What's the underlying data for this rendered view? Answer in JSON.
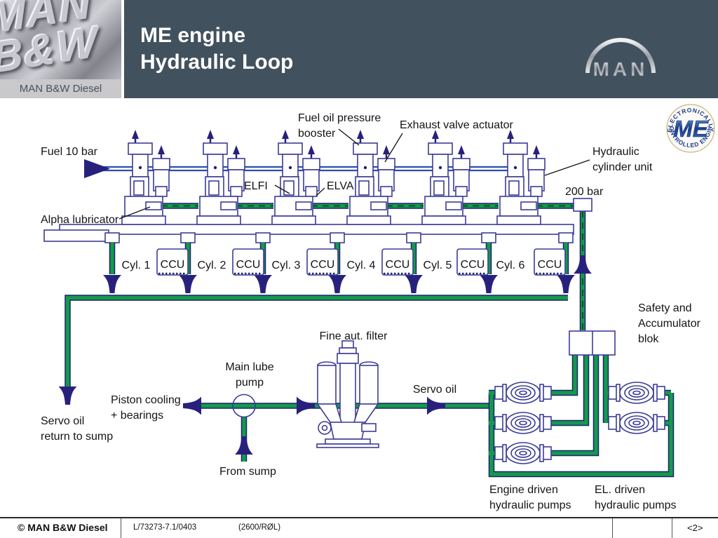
{
  "header": {
    "logo_line1": "MAN",
    "logo_line2": "B&W",
    "logo_caption": "MAN B&W Diesel",
    "title_line1": "ME engine",
    "title_line2": "Hydraulic Loop",
    "man_logo_text": "MAN"
  },
  "badge": {
    "top": "ELECTRONICALLY",
    "center": "ME",
    "bottom": "CONTROLLED ENGINE"
  },
  "diagram": {
    "fuel_line": "Fuel 10 bar",
    "booster_line1": "Fuel oil pressure",
    "booster_line2": "booster",
    "exhaust_valve": "Exhaust valve actuator",
    "hcu_line1": "Hydraulic",
    "hcu_line2": "cylinder unit",
    "pressure_200": "200 bar",
    "alpha_lubricator": "Alpha lubricator",
    "elfi": "ELFI",
    "elva": "ELVA",
    "cylinders": [
      "Cyl. 1",
      "Cyl. 2",
      "Cyl. 3",
      "Cyl. 4",
      "Cyl. 5",
      "Cyl. 6"
    ],
    "ccu": "CCU",
    "safety_line1": "Safety and",
    "safety_line2": "Accumulator",
    "safety_line3": "blok",
    "fine_filter": "Fine aut. filter",
    "main_lube_line1": "Main lube",
    "main_lube_line2": "pump",
    "servo_oil": "Servo oil",
    "piston_line1": "Piston cooling",
    "piston_line2": "+ bearings",
    "servo_return_line1": "Servo oil",
    "servo_return_line2": "return to sump",
    "from_sump": "From sump",
    "engine_driven_line1": "Engine driven",
    "engine_driven_line2": "hydraulic pumps",
    "el_driven_line1": "EL. driven",
    "el_driven_line2": "hydraulic pumps"
  },
  "footer": {
    "copyright": "© MAN B&W Diesel",
    "doc_id": "L/73273-7.1/0403",
    "ref": "(2600/RØL)",
    "page": "<2>"
  },
  "colors": {
    "header_bg": "#42515e",
    "pipe_green": "#139a4b",
    "outline_blue": "#3c3c96",
    "arrow_navy": "#28217c",
    "fuel_blue": "#2b4fae"
  }
}
